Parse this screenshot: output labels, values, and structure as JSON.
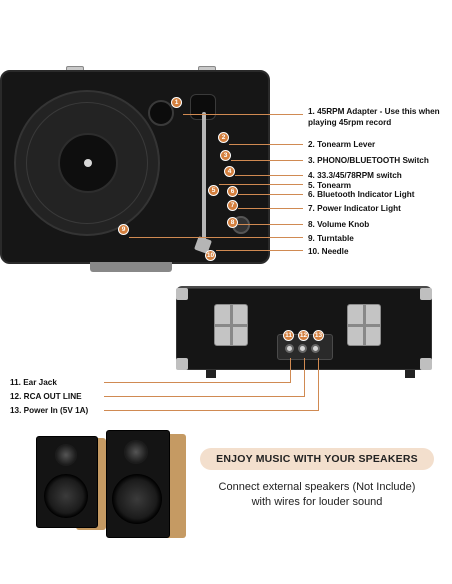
{
  "top_labels": [
    {
      "text": "1. 45RPM Adapter - Use this when",
      "text2": "playing 45rpm record"
    },
    {
      "text": "2. Tonearm Lever"
    },
    {
      "text": "3. PHONO/BLUETOOTH Switch"
    },
    {
      "text": "4. 33.3/45/78RPM switch"
    },
    {
      "text": "5. Tonearm"
    },
    {
      "text": "6. Bluetooth Indicator Light"
    },
    {
      "text": "7. Power Indicator Light"
    },
    {
      "text": "8. Volume Knob"
    },
    {
      "text": "9. Turntable"
    },
    {
      "text": "10. Needle"
    }
  ],
  "side_labels": [
    {
      "text": "11. Ear Jack"
    },
    {
      "text": "12. RCA OUT LINE"
    },
    {
      "text": "13. Power In (5V 1A)"
    }
  ],
  "badges": [
    "1",
    "2",
    "3",
    "4",
    "5",
    "6",
    "7",
    "8",
    "9",
    "10",
    "11",
    "12",
    "13"
  ],
  "promo": {
    "headline": "ENJOY MUSIC WITH YOUR SPEAKERS",
    "line1": "Connect external speakers (Not Include)",
    "line2": "with wires for louder sound"
  },
  "colors": {
    "accent": "#d4803f",
    "banner": "#f3dfcd",
    "speaker_wood": "#c59a63"
  }
}
